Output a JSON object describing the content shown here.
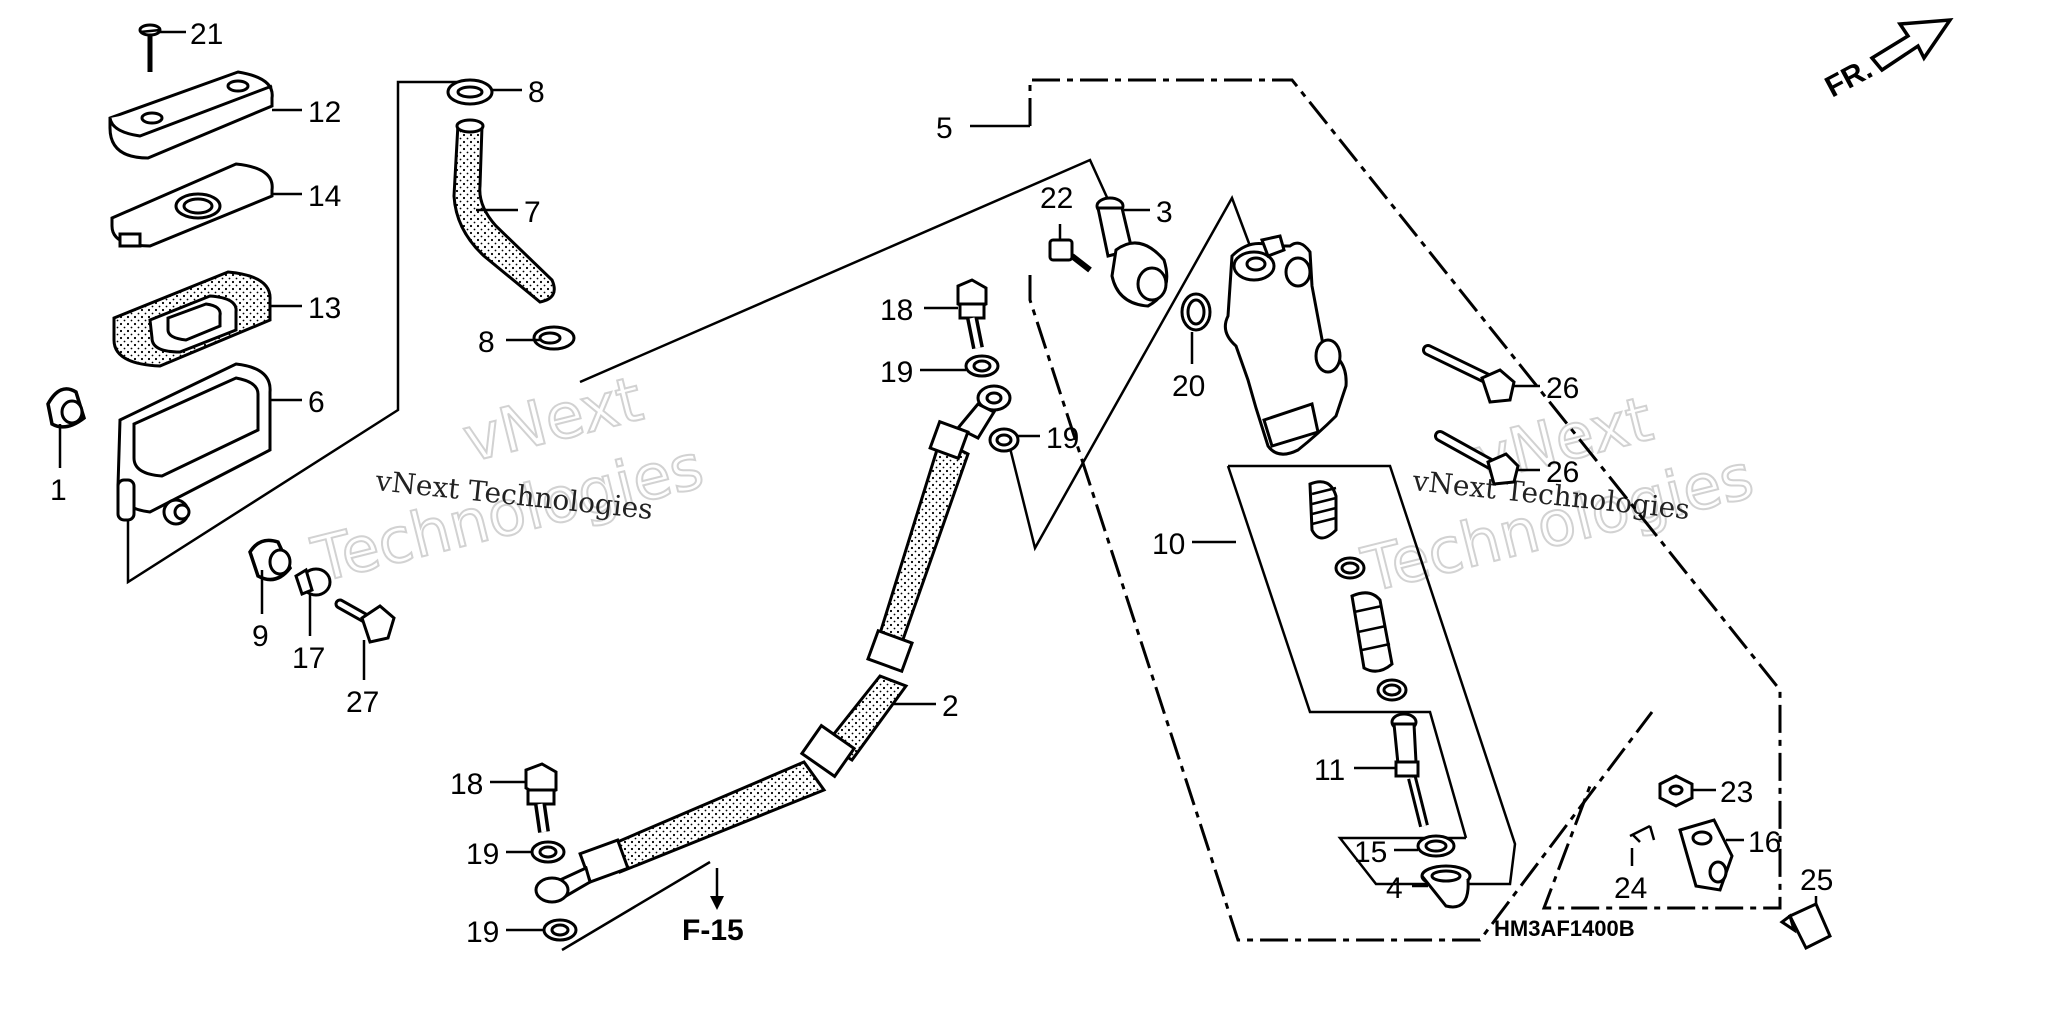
{
  "diagram": {
    "code": "HM3AF1400B",
    "direction_label": "FR.",
    "ref_label": "F-15",
    "watermark": {
      "brand_large_1": "vNext",
      "brand_large_2": "Technologies",
      "brand_small": "vNext Technologies"
    },
    "callouts": [
      {
        "id": "c21",
        "text": "21"
      },
      {
        "id": "c12",
        "text": "12"
      },
      {
        "id": "c14",
        "text": "14"
      },
      {
        "id": "c13",
        "text": "13"
      },
      {
        "id": "c6",
        "text": "6"
      },
      {
        "id": "c1",
        "text": "1"
      },
      {
        "id": "c9",
        "text": "9"
      },
      {
        "id": "c17",
        "text": "17"
      },
      {
        "id": "c27",
        "text": "27"
      },
      {
        "id": "c8a",
        "text": "8"
      },
      {
        "id": "c7",
        "text": "7"
      },
      {
        "id": "c8b",
        "text": "8"
      },
      {
        "id": "c5",
        "text": "5"
      },
      {
        "id": "c22",
        "text": "22"
      },
      {
        "id": "c3",
        "text": "3"
      },
      {
        "id": "c18a",
        "text": "18"
      },
      {
        "id": "c19a",
        "text": "19"
      },
      {
        "id": "c19b",
        "text": "19"
      },
      {
        "id": "c20",
        "text": "20"
      },
      {
        "id": "c26a",
        "text": "26"
      },
      {
        "id": "c26b",
        "text": "26"
      },
      {
        "id": "c10",
        "text": "10"
      },
      {
        "id": "c2",
        "text": "2"
      },
      {
        "id": "c11",
        "text": "11"
      },
      {
        "id": "c18b",
        "text": "18"
      },
      {
        "id": "c19c",
        "text": "19"
      },
      {
        "id": "c19d",
        "text": "19"
      },
      {
        "id": "c15",
        "text": "15"
      },
      {
        "id": "c4",
        "text": "4"
      },
      {
        "id": "c23",
        "text": "23"
      },
      {
        "id": "c16",
        "text": "16"
      },
      {
        "id": "c24",
        "text": "24"
      },
      {
        "id": "c25",
        "text": "25"
      }
    ]
  }
}
